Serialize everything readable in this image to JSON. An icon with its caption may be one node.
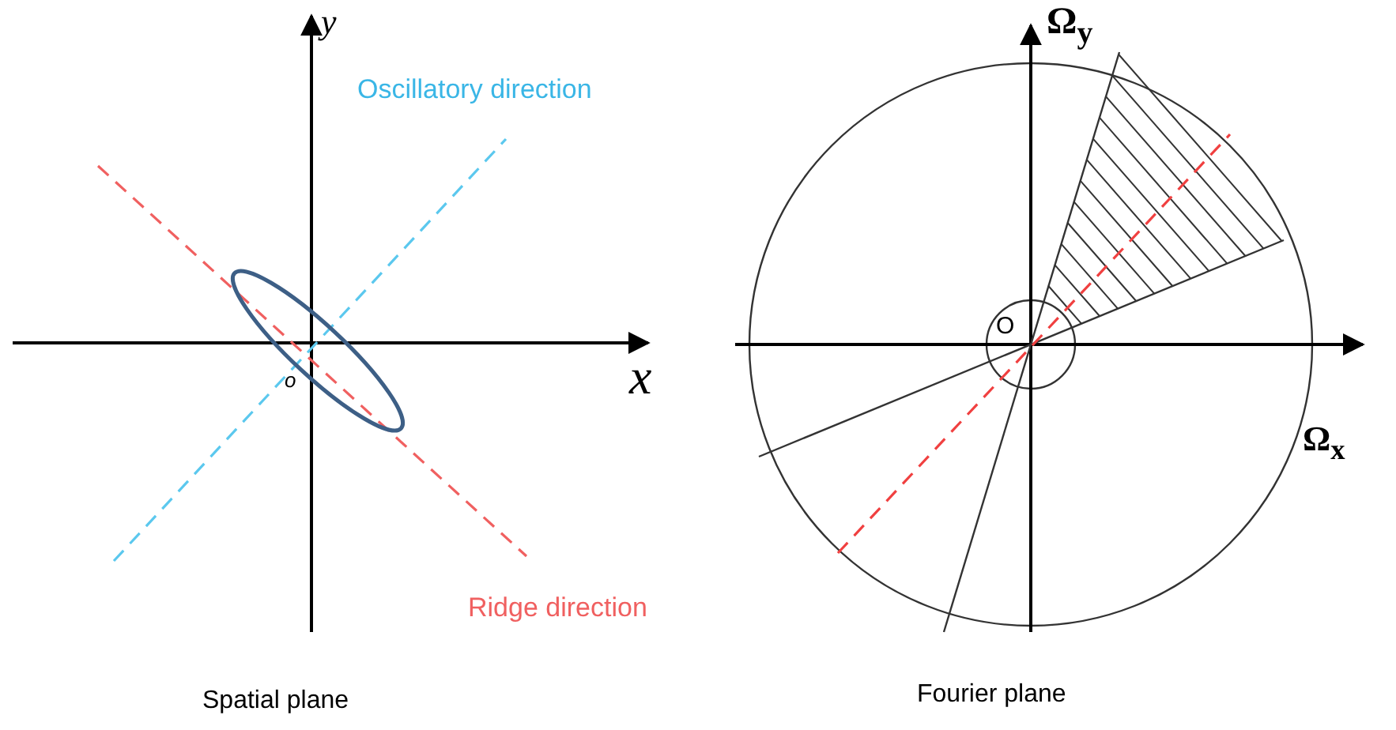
{
  "diagram": {
    "labels": [
      "y",
      "Oscillatory direction",
      "x",
      "o",
      "Ridge direction",
      "Spatial plane",
      "Ω$_{y}$",
      "O",
      "Ω$_{x}$",
      "Fourier plane"
    ]
  }
}
